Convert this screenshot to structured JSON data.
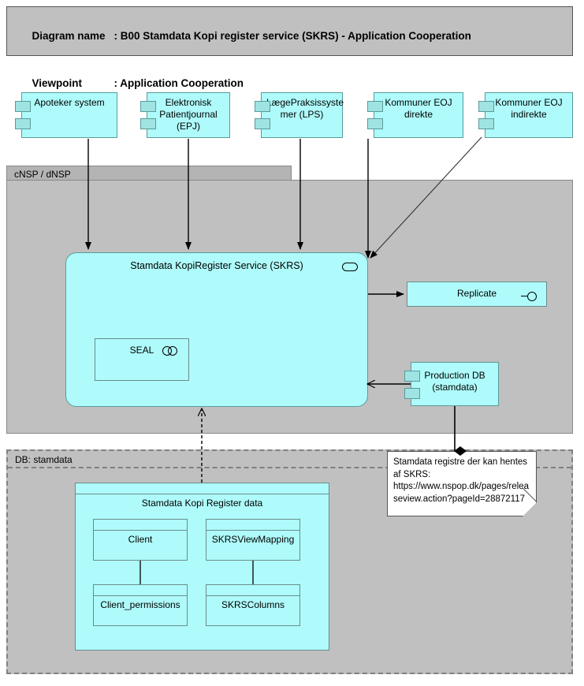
{
  "header": {
    "diagram_name_label": "Diagram name",
    "diagram_name_value": ": B00 Stamdata Kopi register service (SKRS) - Application Cooperation",
    "viewpoint_label": "Viewpoint",
    "viewpoint_value": ": Application Cooperation"
  },
  "groups": {
    "cnsp": {
      "label": "cNSP / dNSP"
    },
    "db": {
      "label": "DB: stamdata"
    }
  },
  "top_components": [
    {
      "label": "Apoteker system"
    },
    {
      "label": "Elektronisk Patientjournal (EPJ)"
    },
    {
      "label": "LægePraksissyste mer (LPS)"
    },
    {
      "label": "Kommuner EOJ direkte"
    },
    {
      "label": "Kommuner EOJ indirekte"
    }
  ],
  "service": {
    "label": "Stamdata KopiRegister Service (SKRS)",
    "icon": "application-service-icon"
  },
  "seal": {
    "label": "SEAL",
    "icon": "application-collaboration-icon"
  },
  "replicate": {
    "label": "Replicate",
    "icon": "interface-lollipop-icon"
  },
  "production_db": {
    "label": "Production DB (stamdata)"
  },
  "note": {
    "text": "Stamdata registre der kan hentes af SKRS: https://www.nspop.dk/pages/releaseview.action?pageId=28872117"
  },
  "data_group": {
    "label": "Stamdata Kopi Register data",
    "objects": [
      {
        "label": "Client"
      },
      {
        "label": "SKRSViewMapping"
      },
      {
        "label": "Client_permissions"
      },
      {
        "label": "SKRSColumns"
      }
    ]
  },
  "colors": {
    "canvas": "#ffffff",
    "group_fill": "#c0c0c0",
    "group_tab_fill": "#b4b4b4",
    "element_fill": "#affbfb",
    "element_stroke": "#5a9b9b",
    "note_fill": "#ffffff",
    "connector": "#000000"
  }
}
